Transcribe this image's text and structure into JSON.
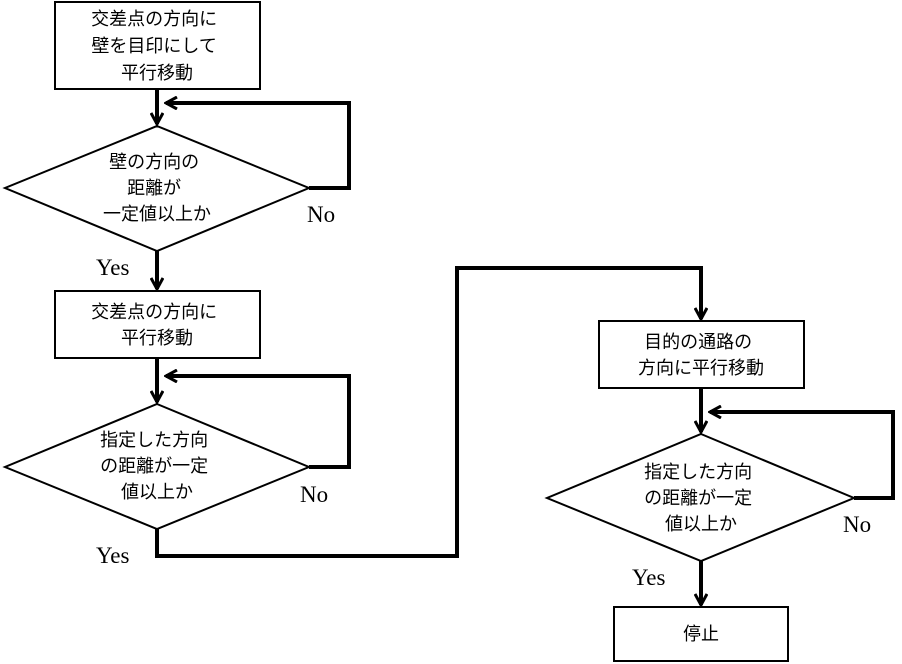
{
  "nodes": {
    "n1": [
      "交差点の方向に",
      "壁を目印にして",
      "平行移動"
    ],
    "d1": [
      "壁の方向の",
      "距離が",
      "一定値以上か"
    ],
    "n2": [
      "交差点の方向に",
      "平行移動"
    ],
    "d2": [
      "指定した方向",
      "の距離が一定",
      "値以上か"
    ],
    "n3": [
      "目的の通路の",
      "方向に平行移動"
    ],
    "d3": [
      "指定した方向",
      "の距離が一定",
      "値以上か"
    ],
    "n4": [
      "停止"
    ]
  },
  "edge_labels": {
    "d1_yes": "Yes",
    "d1_no": "No",
    "d2_yes": "Yes",
    "d2_no": "No",
    "d3_yes": "Yes",
    "d3_no": "No"
  },
  "colors": {
    "stroke": "#000000",
    "fill": "#ffffff"
  }
}
